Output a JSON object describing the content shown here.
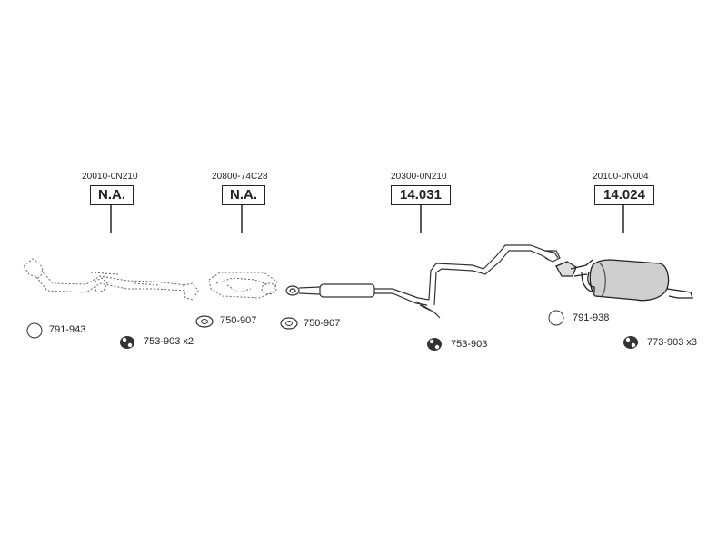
{
  "parts": [
    {
      "code": "20010-0N210",
      "ref": "N.A."
    },
    {
      "code": "20800-74C28",
      "ref": "N.A."
    },
    {
      "code": "20300-0N210",
      "ref": "14.031"
    },
    {
      "code": "20100-0N004",
      "ref": "14.024"
    }
  ],
  "accessories": [
    {
      "icon": "ring-icon",
      "label": "791-943"
    },
    {
      "icon": "rubber-hanger-icon",
      "label": "753-903 x2"
    },
    {
      "icon": "gasket-icon",
      "label": "750-907"
    },
    {
      "icon": "gasket-icon",
      "label": "750-907"
    },
    {
      "icon": "rubber-hanger-icon",
      "label": "753-903"
    },
    {
      "icon": "ring-icon",
      "label": "791-938"
    },
    {
      "icon": "rubber-hanger-icon",
      "label": "773-903 x3"
    }
  ]
}
